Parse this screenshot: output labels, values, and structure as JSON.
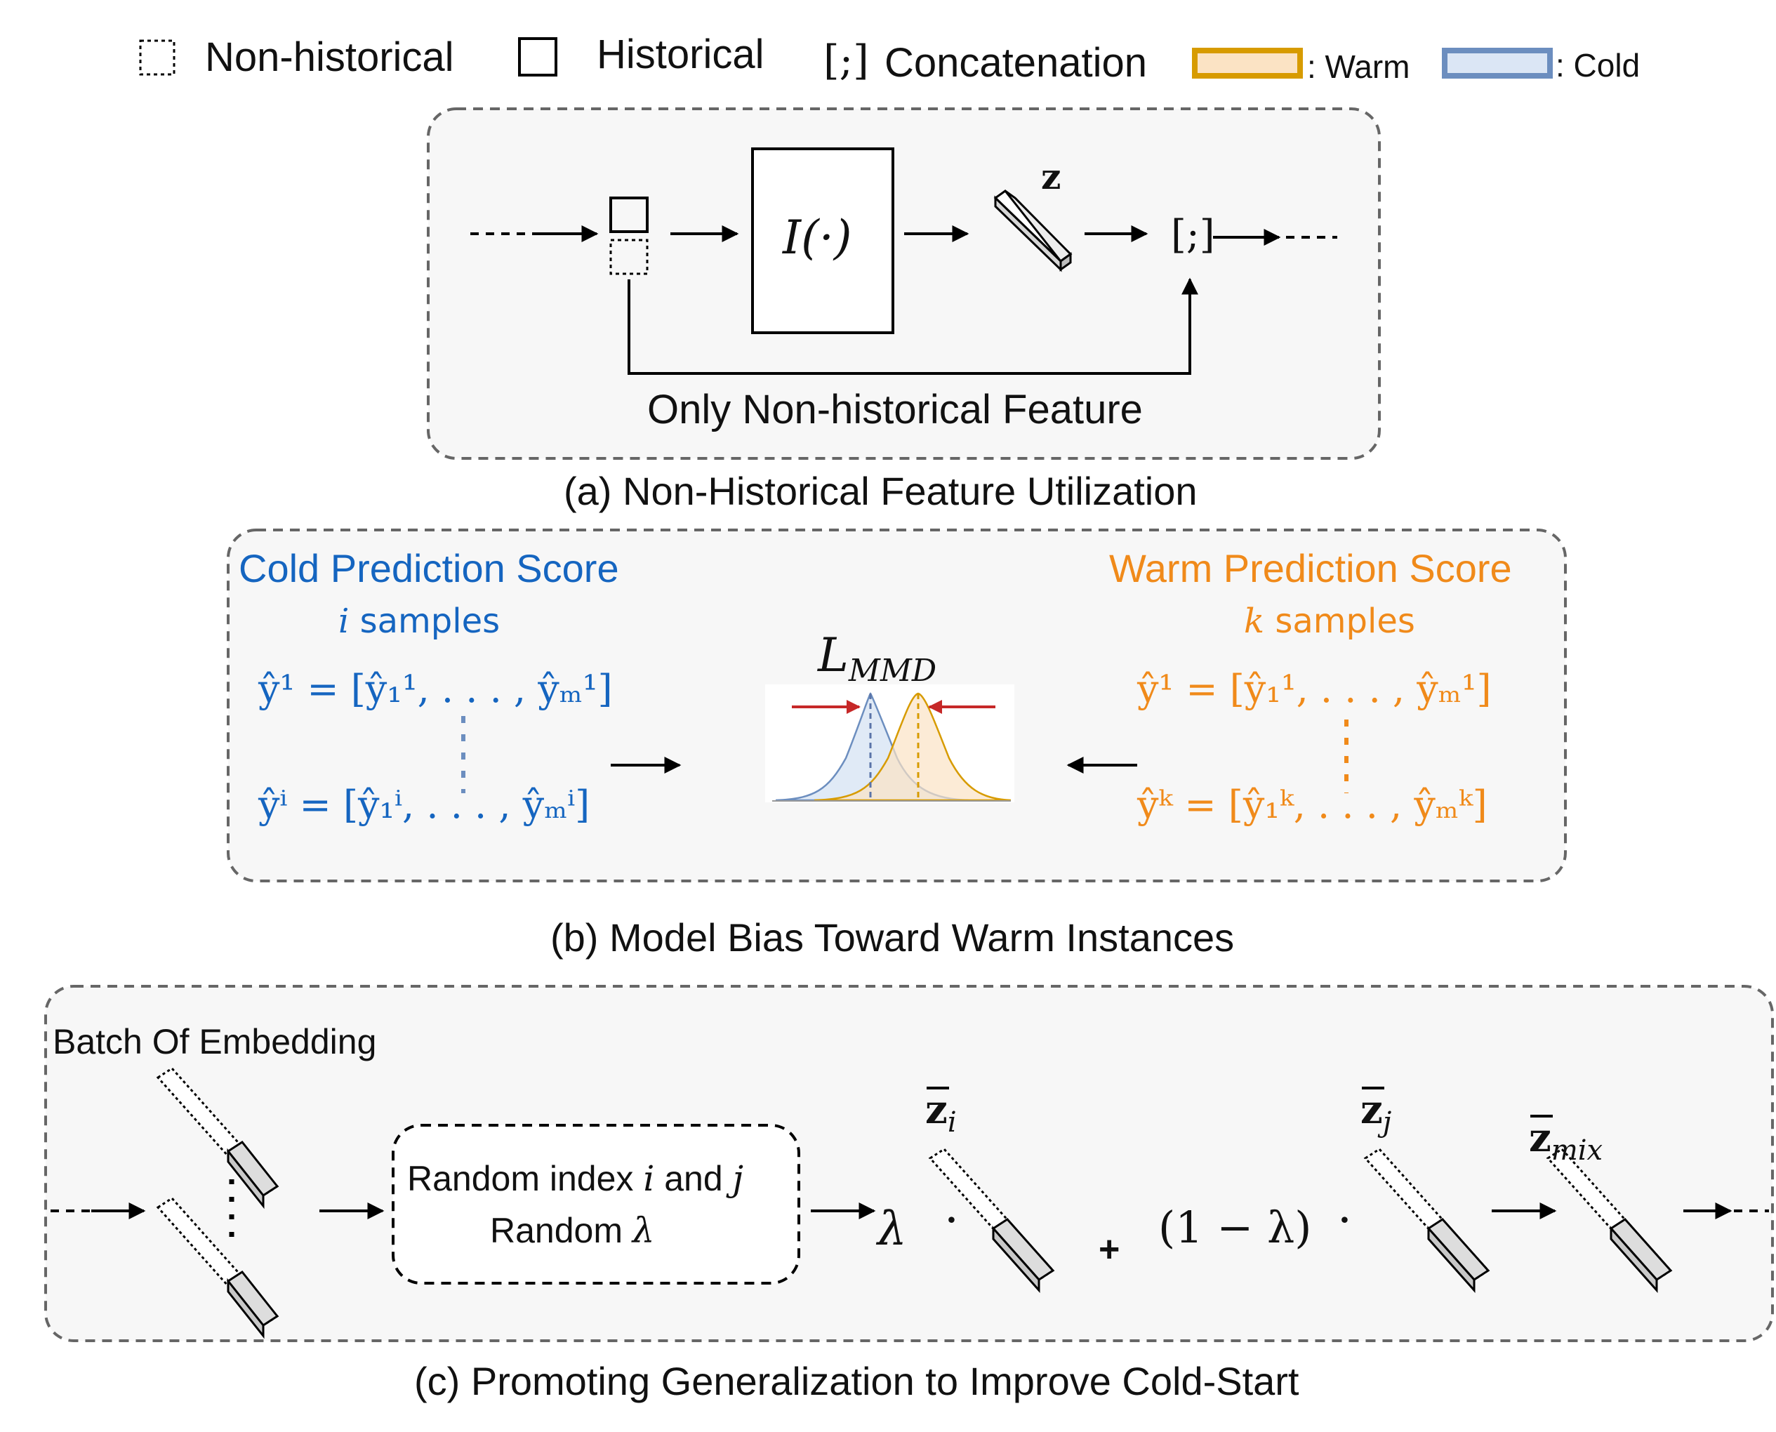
{
  "legend": {
    "non_historical": "Non-historical",
    "historical": "Historical",
    "concat_symbol": "[;]",
    "concatenation": "Concatenation",
    "warm": ": Warm",
    "cold": ": Cold"
  },
  "panel_a": {
    "function_label": "I(·)",
    "z_label": "z",
    "concat_symbol": "[;]",
    "skip_label": "Only Non-historical Feature",
    "caption": "(a) Non-Historical Feature Utilization"
  },
  "panel_b": {
    "cold_title": "Cold Prediction Score",
    "cold_samples_var": "i",
    "cold_samples_word": "samples",
    "cold_eq_first": "ŷ¹ = [ŷ₁¹, . . . , ŷₘ¹]",
    "cold_eq_last": "ŷⁱ = [ŷ₁ⁱ, . . . , ŷₘⁱ]",
    "warm_title": "Warm Prediction Score",
    "warm_samples_var": "k",
    "warm_samples_word": "samples",
    "warm_eq_first": "ŷ¹ = [ŷ₁¹, . . . , ŷₘ¹]",
    "warm_eq_last": "ŷᵏ = [ŷ₁ᵏ, . . . , ŷₘᵏ]",
    "loss_label": "L",
    "loss_sub": "MMD",
    "caption": "(b) Model Bias Toward Warm Instances"
  },
  "panel_c": {
    "batch_label": "Batch Of Embedding",
    "box_line1_a": "Random index ",
    "box_line1_i": "i",
    "box_line1_b": " and ",
    "box_line1_j": "j",
    "box_line2_a": "Random ",
    "box_line2_lambda": "λ",
    "lambda": "λ",
    "dot": "·",
    "plus": "+",
    "one_minus_lambda": "(1 − λ)",
    "zi_sub": "i",
    "zj_sub": "j",
    "zmix_sub": "mix",
    "z_letter": "z",
    "caption": "(c) Promoting Generalization to Improve Cold-Start"
  },
  "colors": {
    "cold_text": "#1565c0",
    "warm_text": "#f08a1a",
    "cold_fill": "#dbe6f5",
    "cold_stroke": "#6c8ebf",
    "warm_fill": "#fbe3c4",
    "warm_stroke": "#d79b00",
    "arrow_red": "#c62828",
    "panel_bg": "#f7f7f7"
  }
}
